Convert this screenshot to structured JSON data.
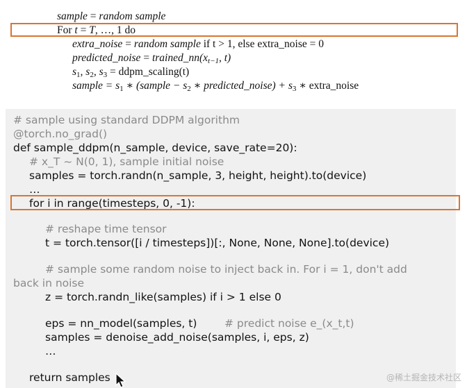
{
  "math": {
    "line1": {
      "lhs": "sample",
      "eq": " = ",
      "rhs": "random sample"
    },
    "line2": {
      "for": "For ",
      "t": "t",
      "eq": " = ",
      "T": "T",
      "rest": ", …, 1 do"
    },
    "line3": {
      "lhs": "extra_noise",
      "eq": " = ",
      "rhs": "random sample",
      "cond": " if t > 1, else extra_noise = 0"
    },
    "line4": {
      "lhs": "predicted_noise",
      "eq": " = ",
      "rhs": "trained_nn",
      "args_open": "(x",
      "sub": "t−1",
      "args_close": ", t)"
    },
    "line5": {
      "s1": "s",
      "sub1": "1",
      "c1": ", s",
      "sub2": "2",
      "c2": ", s",
      "sub3": "3",
      "rest": " = ddpm_scaling(t)"
    },
    "line6": {
      "lhs": "sample",
      "eq": " = s",
      "sub1": "1",
      "mid1": " ∗ (sample − s",
      "sub2": "2",
      "mid2": " ∗ predicted_noise) + s",
      "sub3": "3",
      "tail": " ∗ extra_noise"
    }
  },
  "code": {
    "lines": [
      {
        "text": "# sample using standard DDPM algorithm",
        "type": "comment"
      },
      {
        "text": "@torch.no_grad()",
        "type": "comment"
      },
      {
        "text": "def sample_ddpm(n_sample, device, save_rate=20):",
        "type": "code"
      },
      {
        "text": "# x_T ~ N(0, 1), sample initial noise",
        "type": "comment"
      },
      {
        "text": "samples = torch.randn(n_sample, 3, height, height).to(device)",
        "type": "code"
      },
      {
        "text": "…",
        "type": "code"
      },
      {
        "text": "for i in range(timesteps, 0, -1):",
        "type": "code"
      },
      {
        "text": "# reshape time tensor",
        "type": "comment"
      },
      {
        "text": "t = torch.tensor([i / timesteps])[:, None, None, None].to(device)",
        "type": "code"
      },
      {
        "text": "# sample some random noise to inject back in. For i = 1, don't add",
        "type": "comment"
      },
      {
        "text": "back in noise",
        "type": "comment"
      },
      {
        "text": "z = torch.randn_like(samples) if i > 1 else 0",
        "type": "code"
      },
      {
        "text": "eps = nn_model(samples, t)",
        "type": "code"
      },
      {
        "text": "# predict noise e_(x_t,t)",
        "type": "comment-inline"
      },
      {
        "text": "samples = denoise_add_noise(samples, i, eps, z)",
        "type": "code"
      },
      {
        "text": "…",
        "type": "code"
      },
      {
        "text": "return samples",
        "type": "code"
      }
    ]
  },
  "watermark": "@稀土掘金技术社区",
  "colors": {
    "highlight": "#d8762e",
    "comment": "#8a8a8a",
    "code_bg": "#f0f0f0"
  }
}
